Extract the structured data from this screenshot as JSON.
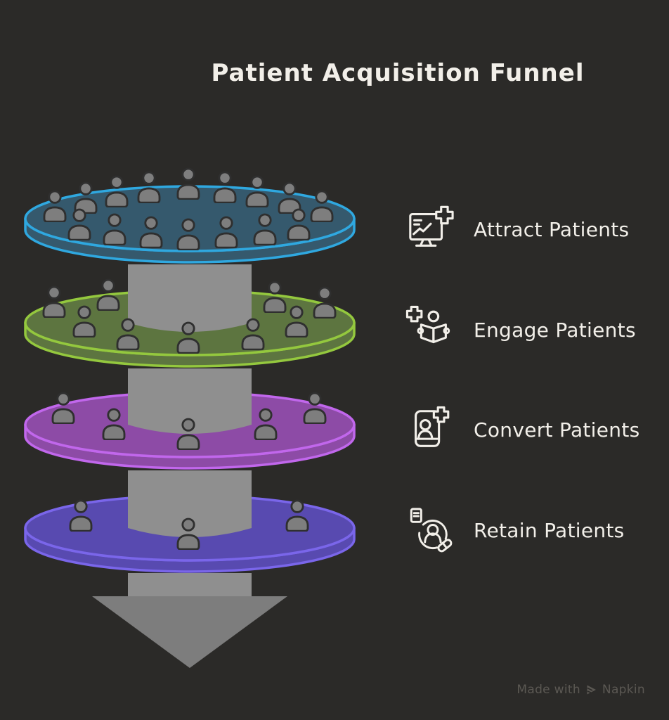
{
  "title": "Patient Acquisition Funnel",
  "stages": [
    {
      "label": "Attract Patients",
      "icon": "monitor-chart-medical-cross-icon",
      "people": 16,
      "disc_fill": "#35596d",
      "disc_border": "#2fa8e0"
    },
    {
      "label": "Engage Patients",
      "icon": "patient-reading-medical-cross-icon",
      "people": 9,
      "disc_fill": "#5d7540",
      "disc_border": "#94c83e"
    },
    {
      "label": "Convert Patients",
      "icon": "patient-profile-medical-cross-icon",
      "people": 5,
      "disc_fill": "#8d4ba6",
      "disc_border": "#c167ec"
    },
    {
      "label": "Retain Patients",
      "icon": "patient-care-cycle-pill-icon",
      "people": 3,
      "disc_fill": "#584ab0",
      "disc_border": "#7a66ea"
    }
  ],
  "watermark": {
    "prefix": "Made with",
    "brand": "Napkin"
  },
  "colors": {
    "background": "#2b2a28",
    "text": "#f2efe9",
    "arrow_shaft": "#8f8f8f",
    "arrow_head": "#7d7d7d",
    "person_fill": "#7e7e7e",
    "person_stroke": "#2f2f2f",
    "watermark": "#5b5853"
  }
}
